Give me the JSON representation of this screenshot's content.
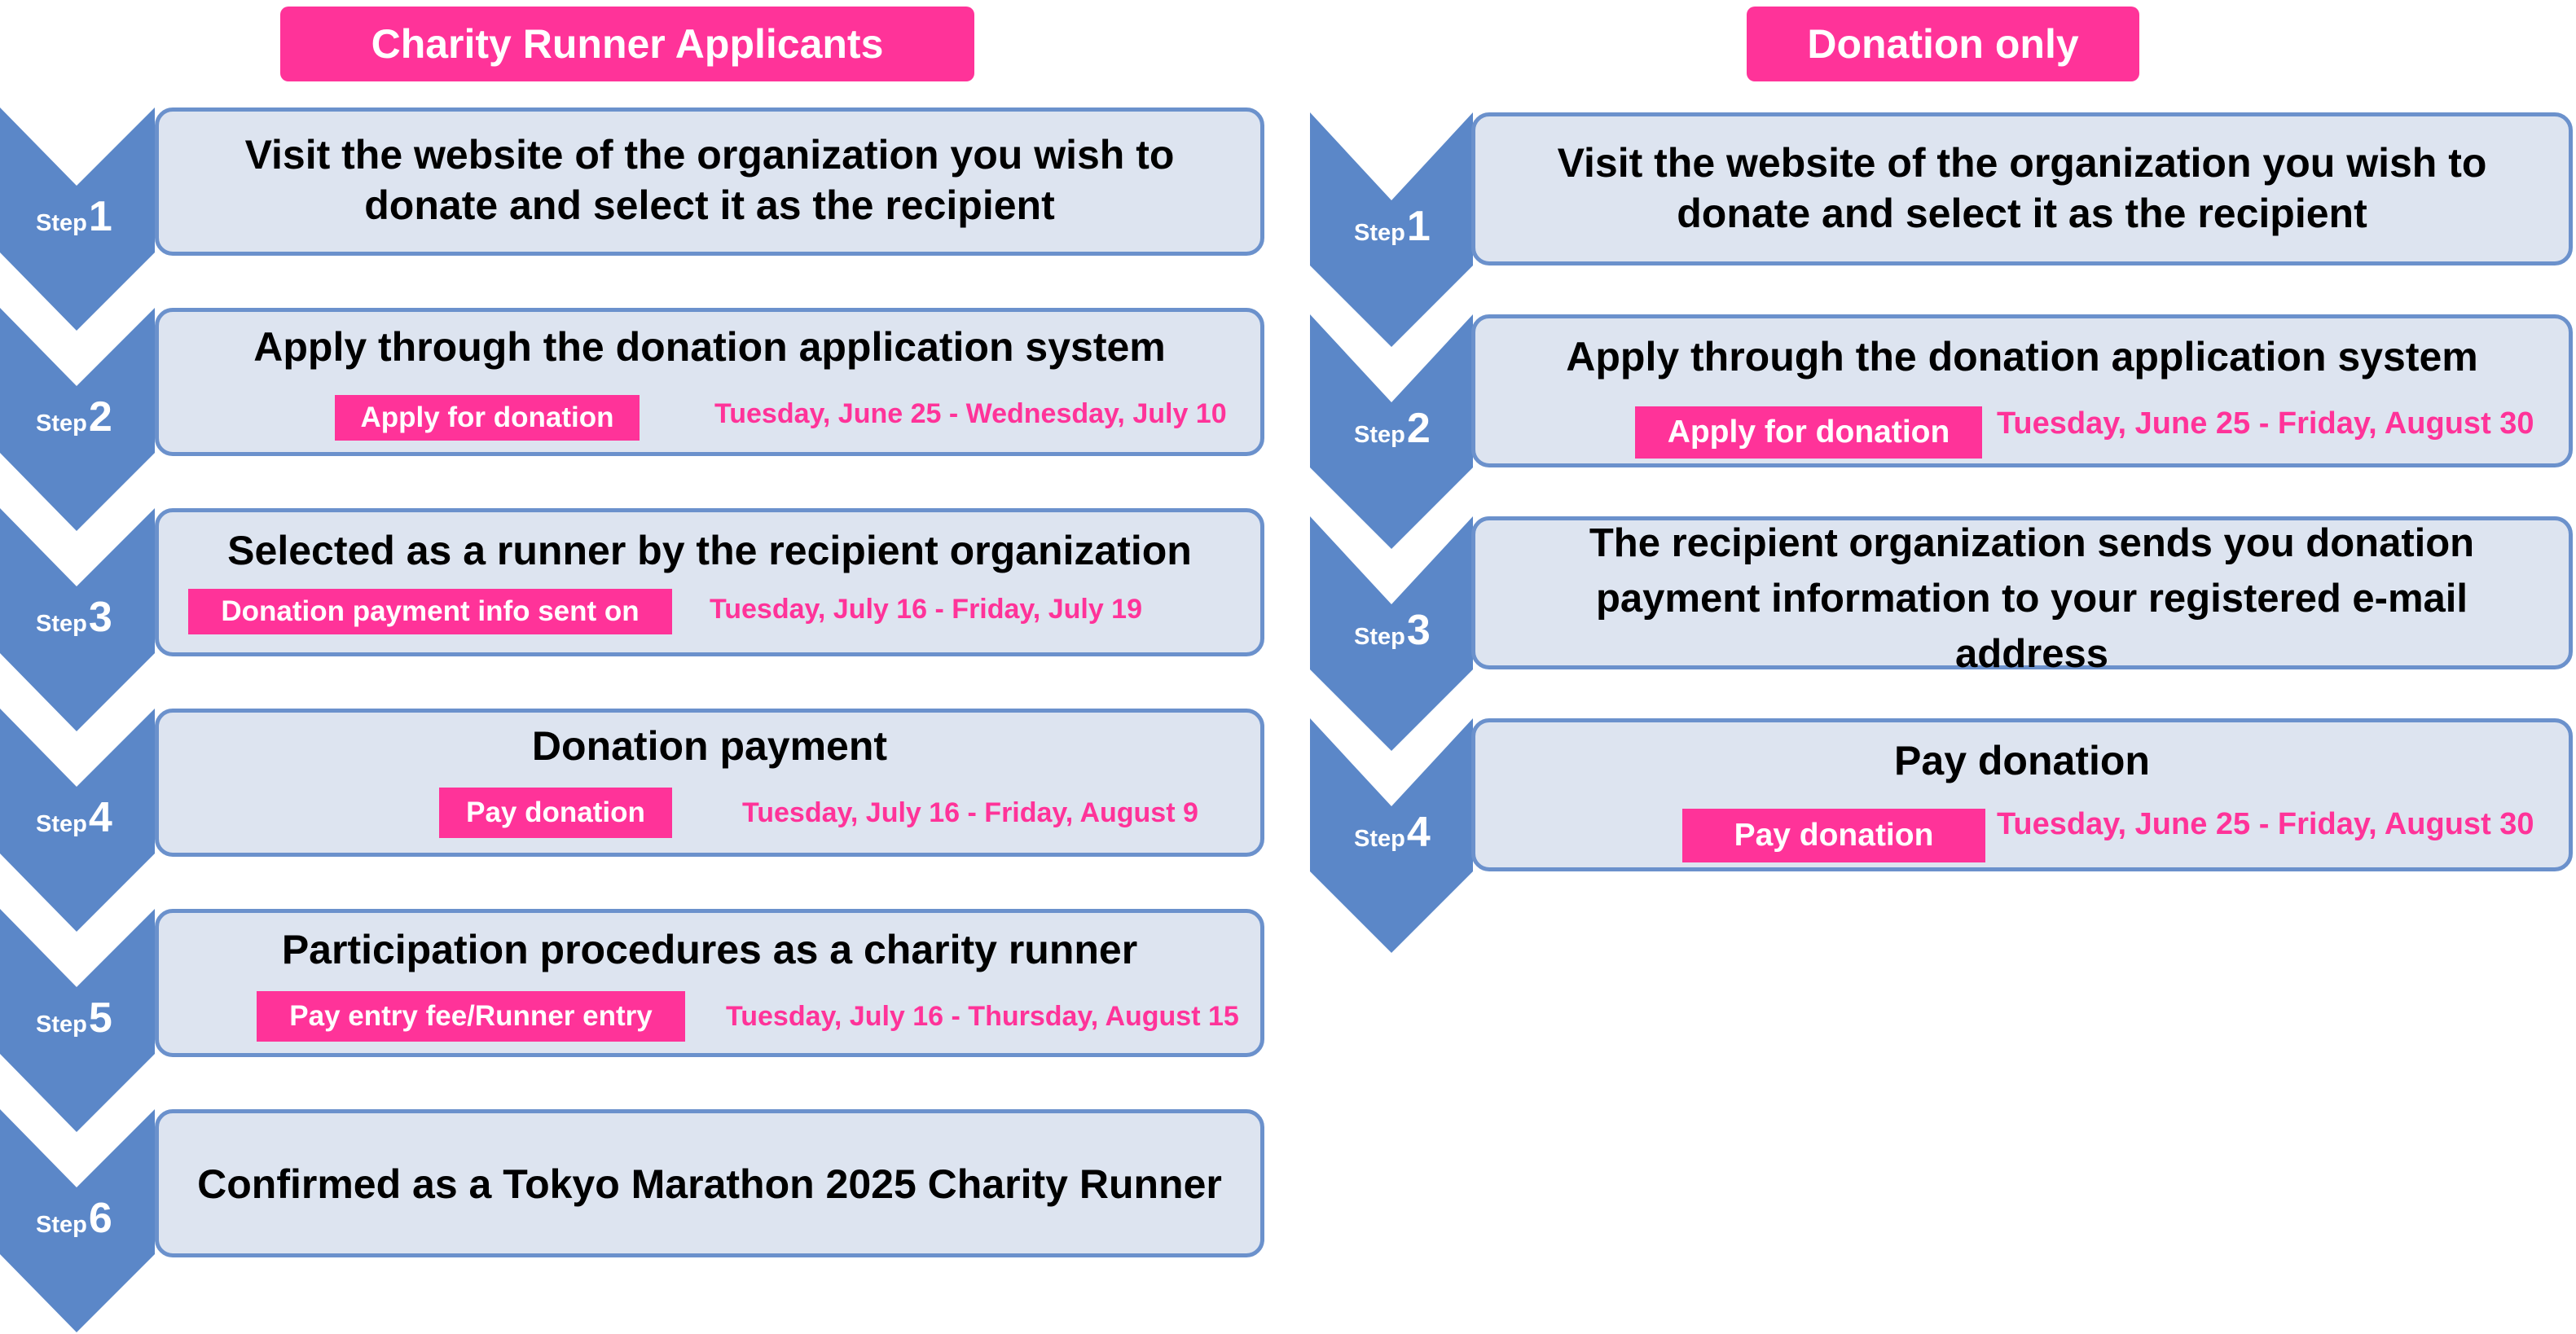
{
  "colors": {
    "accent_pink": "#ff3399",
    "chevron_blue": "#5b87c8",
    "box_fill": "#dde4f0",
    "box_border": "#6b91cc"
  },
  "left": {
    "header": "Charity Runner Applicants",
    "steps": [
      {
        "step_word": "Step",
        "num": "1",
        "title": "Visit the website of the organization you wish to donate and select it as the recipient"
      },
      {
        "step_word": "Step",
        "num": "2",
        "title": "Apply through the donation application system",
        "tag": "Apply for donation",
        "dates": "Tuesday, June 25 - Wednesday, July 10"
      },
      {
        "step_word": "Step",
        "num": "3",
        "title": "Selected as a runner  by the recipient organization",
        "tag": "Donation payment info sent on",
        "dates": "Tuesday, July 16 - Friday, July 19"
      },
      {
        "step_word": "Step",
        "num": "4",
        "title": "Donation payment",
        "tag": "Pay donation",
        "dates": "Tuesday, July 16 - Friday, August 9"
      },
      {
        "step_word": "Step",
        "num": "5",
        "title": "Participation procedures as a charity runner",
        "tag": "Pay entry fee/Runner entry",
        "dates": "Tuesday, July 16 - Thursday, August 15"
      },
      {
        "step_word": "Step",
        "num": "6",
        "title": "Confirmed as a Tokyo Marathon 2025 Charity Runner"
      }
    ]
  },
  "right": {
    "header": "Donation only",
    "steps": [
      {
        "step_word": "Step",
        "num": "1",
        "title": "Visit the website of the organization you wish to donate and select it as the recipient"
      },
      {
        "step_word": "Step",
        "num": "2",
        "title": "Apply through the donation application system",
        "tag": "Apply for donation",
        "dates": "Tuesday, June 25 - Friday, August 30"
      },
      {
        "step_word": "Step",
        "num": "3",
        "title": "The recipient organization sends you donation payment information to your registered e-mail address"
      },
      {
        "step_word": "Step",
        "num": "4",
        "title": "Pay donation",
        "tag": "Pay donation",
        "dates": "Tuesday, June 25 - Friday, August 30"
      }
    ]
  }
}
